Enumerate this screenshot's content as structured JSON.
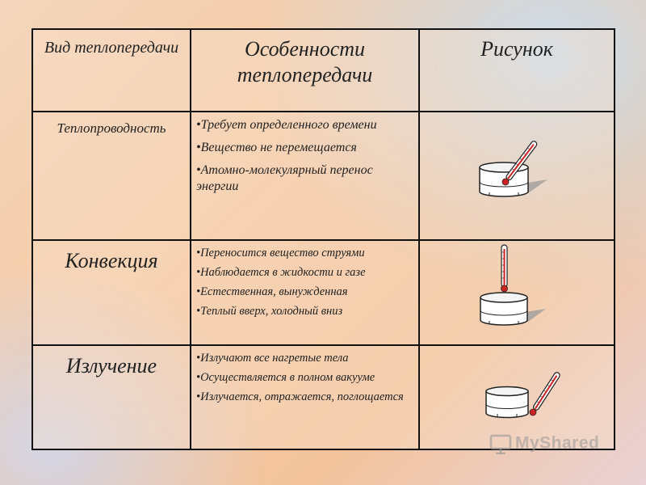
{
  "headers": [
    "Вид теплопередачи",
    "Особенности теплопередачи",
    "Рисунок"
  ],
  "rows": [
    {
      "type": "Теплопроводность",
      "features": [
        "Требует определенного времени",
        "Вещество не перемещается",
        "Атомно-молекулярный перенос энергии"
      ]
    },
    {
      "type": "Конвекция",
      "features": [
        "Переносится вещество струями",
        "Наблюдается в жидкости и газе",
        "Естественная, вынужденная",
        "Теплый вверх, холодный вниз"
      ]
    },
    {
      "type": "Излучение",
      "features": [
        "Излучают все нагретые тела",
        "Осуществляется в полном вакууме",
        "Излучается, отражается, поглощается"
      ]
    }
  ],
  "bullet": "•",
  "watermark": "MyShared",
  "icons": [
    "beaker-icon",
    "thermometer-icon",
    "myshared-logo-icon"
  ],
  "colors": {
    "border": "#111111",
    "mercury": "#cc2222",
    "text": "#222222"
  }
}
